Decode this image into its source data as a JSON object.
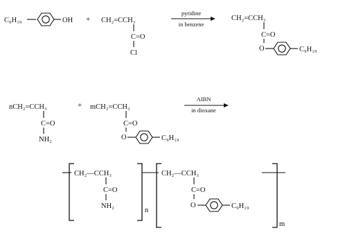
{
  "reaction1": {
    "reactant1": {
      "alkyl": "C₉H₁₉",
      "hydroxyl": "OH"
    },
    "plus": "+",
    "reactant2": {
      "top": "CH₂=CCH₃",
      "carbonyl": "C=O",
      "chloride": "Cl"
    },
    "arrow": {
      "above": "pyridine",
      "below": "in benzene"
    },
    "product": {
      "top": "CH₂=CCH₃",
      "carbonyl": "C=O",
      "oxygen": "O",
      "alkyl": "C₉H₁₉"
    }
  },
  "reaction2": {
    "monomer1": {
      "top": "nCH₂=CCH₃",
      "carbonyl": "C=O",
      "amine": "NH₂"
    },
    "plus": "+",
    "monomer2": {
      "top": "mCH₂=CCH₃",
      "carbonyl": "C=O",
      "oxygen": "O",
      "alkyl": "C₉H₁₉"
    },
    "arrow": {
      "above": "AIBN",
      "below": "in dioxane"
    }
  },
  "polymer": {
    "unit1": {
      "backbone": "CH₂—CCH₃",
      "carbonyl": "C=O",
      "amine": "NH₂",
      "subscript": "n"
    },
    "unit2": {
      "backbone": "CH₂—CCH₃",
      "carbonyl": "C=O",
      "oxygen": "O",
      "alkyl": "C₉H₁₉",
      "subscript": "m"
    }
  }
}
